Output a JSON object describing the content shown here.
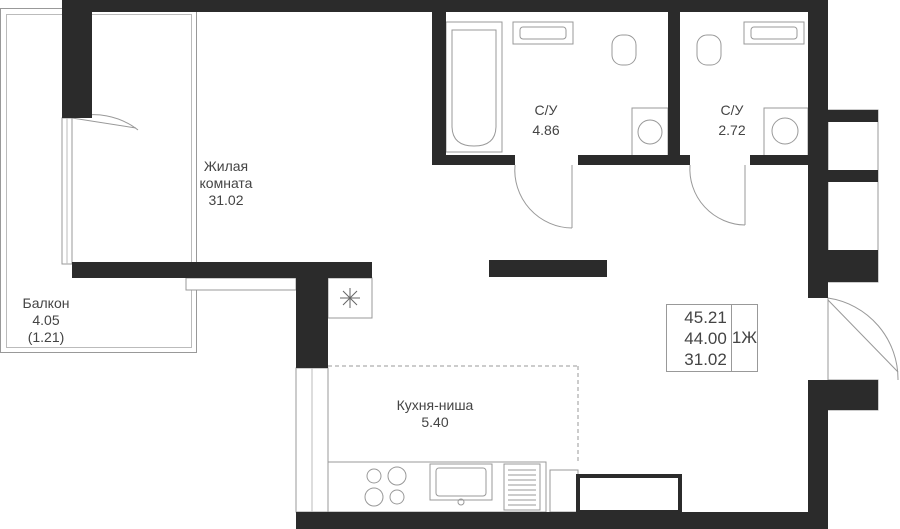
{
  "rooms": {
    "living": {
      "name_line1": "Жилая",
      "name_line2": "комната",
      "area": "31.02"
    },
    "bath1": {
      "name": "С/У",
      "area": "4.86"
    },
    "bath2": {
      "name": "С/У",
      "area": "2.72"
    },
    "balcony": {
      "name": "Балкон",
      "area": "4.05",
      "area_reduced": "(1.21)"
    },
    "kitchen": {
      "name": "Кухня-ниша",
      "area": "5.40"
    }
  },
  "summary": {
    "total_area": "45.21",
    "area_without_balcony": "44.00",
    "living_area": "31.02",
    "type": "1Ж"
  },
  "colors": {
    "wall": "#2b2b2b",
    "line": "#999999"
  }
}
